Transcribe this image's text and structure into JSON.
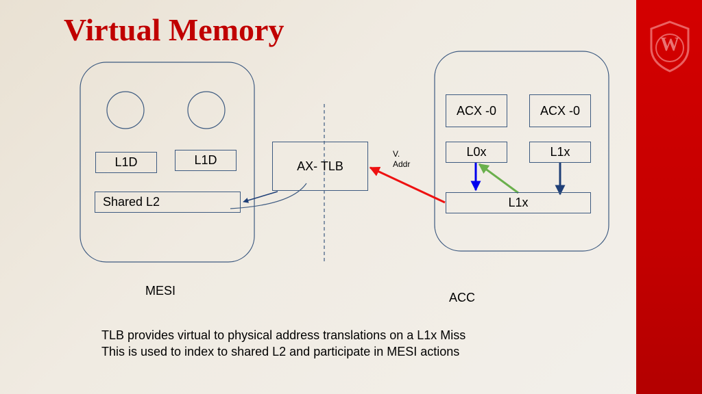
{
  "title": "Virtual Memory",
  "theme": {
    "title_color": "#c00000",
    "band_color": "#c80000",
    "box_stroke": "#3d5a80"
  },
  "crest": {
    "letter": "W"
  },
  "left_cluster": {
    "l1d_a": "L1D",
    "l1d_b": "L1D",
    "shared_l2": "Shared L2",
    "label": "MESI"
  },
  "tlb": {
    "label": "AX- TLB",
    "v_addr": [
      "V.",
      "Addr"
    ]
  },
  "right_cluster": {
    "acx_a": "ACX -0",
    "acx_b": "ACX -0",
    "l0x": "L0x",
    "l1x_small": "L1x",
    "l1x_bar": "L1x",
    "label": "ACC"
  },
  "arrows": {
    "red": "#ee1111",
    "blue": "#0000ee",
    "green": "#6ab04c",
    "navy": "#1f3f77"
  },
  "caption": [
    "TLB provides virtual to physical address translations on a L1x Miss",
    "This is used to index to shared L2 and participate in MESI actions"
  ]
}
